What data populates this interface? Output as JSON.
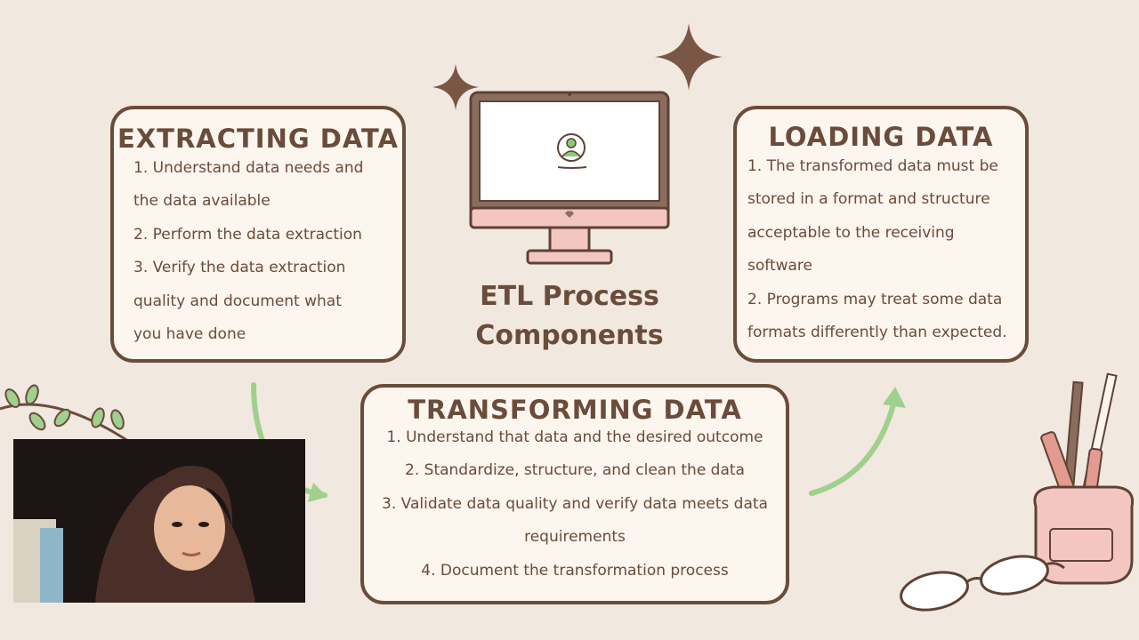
{
  "title": {
    "line1": "ETL Process",
    "line2": "Components"
  },
  "extract": {
    "heading": "EXTRACTING DATA",
    "lines": "1. Understand data needs and\nthe data available\n2. Perform the data extraction\n3. Verify the data extraction\nquality and document what\nyou have done"
  },
  "load": {
    "heading": "LOADING DATA",
    "lines": "1. The transformed data must be\nstored in a format and structure\nacceptable to the receiving\nsoftware\n2. Programs may treat some data\nformats differently than expected."
  },
  "transform": {
    "heading": "TRANSFORMING DATA",
    "lines": "1. Understand that data and the desired outcome\n2. Standardize, structure, and clean the data\n3. Validate data quality and verify data meets data\nrequirements\n4. Document the transformation process"
  },
  "colors": {
    "background": "#f1e8df",
    "card": "#fcf6ee",
    "outline": "#6a4c3b",
    "arrow": "#9fd08d",
    "pink": "#f4c6c2"
  },
  "icons": [
    "sparkle-icon",
    "monitor-icon",
    "user-icon",
    "arrow-icon",
    "leaf-icon",
    "pencil-cup-icon",
    "glasses-icon"
  ]
}
